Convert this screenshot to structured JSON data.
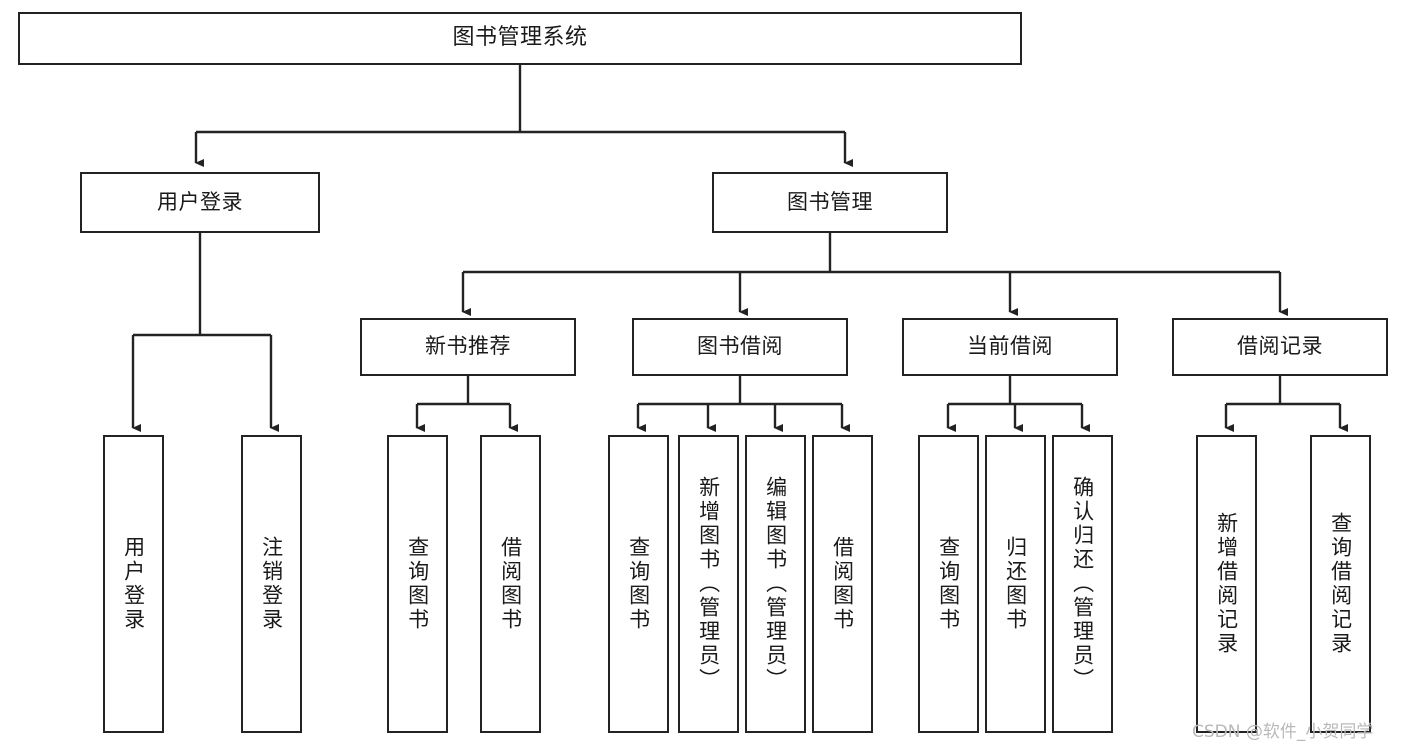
{
  "diagram": {
    "type": "tree",
    "title": "图书管理系统",
    "root": {
      "label": "图书管理系统"
    },
    "level2": [
      {
        "label": "用户登录"
      },
      {
        "label": "图书管理"
      }
    ],
    "level3": [
      {
        "label": "新书推荐"
      },
      {
        "label": "图书借阅"
      },
      {
        "label": "当前借阅"
      },
      {
        "label": "借阅记录"
      }
    ],
    "leaves": {
      "user_login": [
        {
          "label": "用户登录"
        },
        {
          "label": "注销登录"
        }
      ],
      "new_book_recommend": [
        {
          "label": "查询图书"
        },
        {
          "label": "借阅图书"
        }
      ],
      "book_borrow": [
        {
          "label": "查询图书"
        },
        {
          "label": "新增图书（管理员）"
        },
        {
          "label": "编辑图书（管理员）"
        },
        {
          "label": "借阅图书"
        }
      ],
      "current_borrow": [
        {
          "label": "查询图书"
        },
        {
          "label": "归还图书"
        },
        {
          "label": "确认归还（管理员）"
        }
      ],
      "borrow_record": [
        {
          "label": "新增借阅记录"
        },
        {
          "label": "查询借阅记录"
        }
      ]
    }
  },
  "watermark": {
    "text": "CSDN @软件_小贺同学"
  },
  "colors": {
    "stroke": "#232323",
    "fill": "#ffffff",
    "text": "#1a1a1a",
    "watermark": "#b9b9b9"
  }
}
